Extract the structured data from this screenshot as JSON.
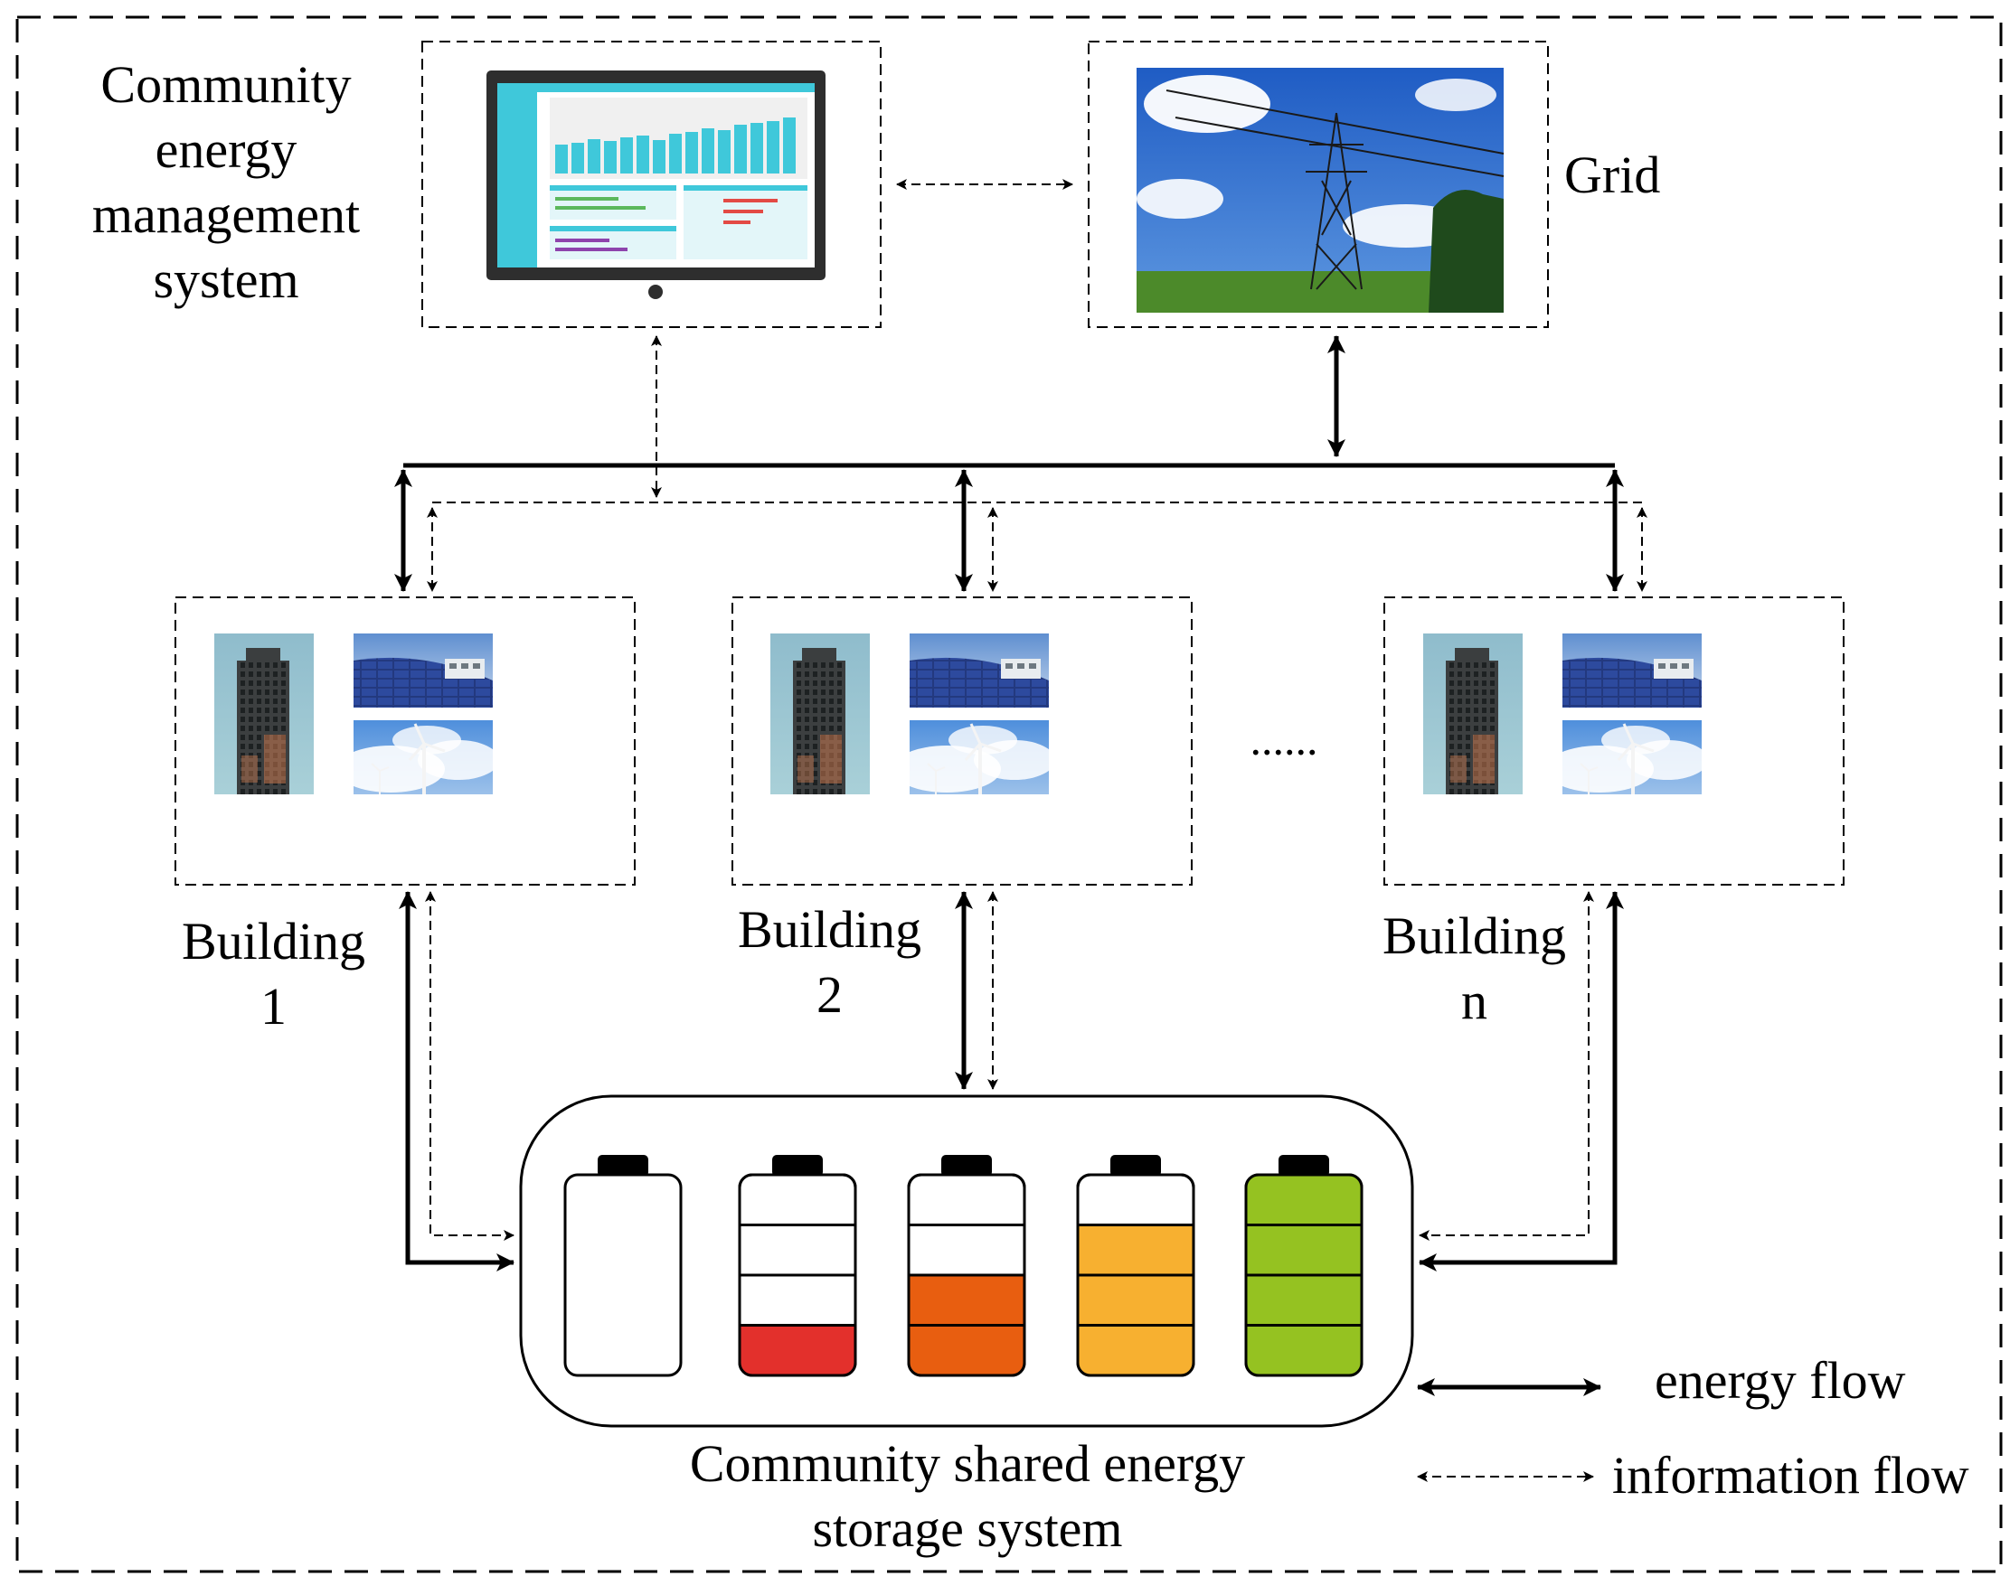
{
  "labels": {
    "cems_l1": "Community",
    "cems_l2": "energy",
    "cems_l3": "management",
    "cems_l4": "system",
    "grid": "Grid",
    "b1_l1": "Building",
    "b1_l2": "1",
    "b2_l1": "Building",
    "b2_l2": "2",
    "bn_l1": "Building",
    "bn_l2": "n",
    "ellipsis": "......",
    "storage_l1": "Community shared energy",
    "storage_l2": "storage system"
  },
  "legend": {
    "energy": "energy flow",
    "information": "information flow"
  },
  "batteries": [
    {
      "level": 0,
      "color": "#ffffff"
    },
    {
      "level": 1,
      "color": "#e3302c"
    },
    {
      "level": 2,
      "color": "#e85e10"
    },
    {
      "level": 3,
      "color": "#f7b030"
    },
    {
      "level": 4,
      "color": "#95c221"
    }
  ],
  "colors": {
    "sky": "#2f6fcf",
    "building_bg": "#9dc6d3",
    "solar": "#2b3f86",
    "grass": "#4c8a2a",
    "monitor_accent": "#3fc8da"
  }
}
